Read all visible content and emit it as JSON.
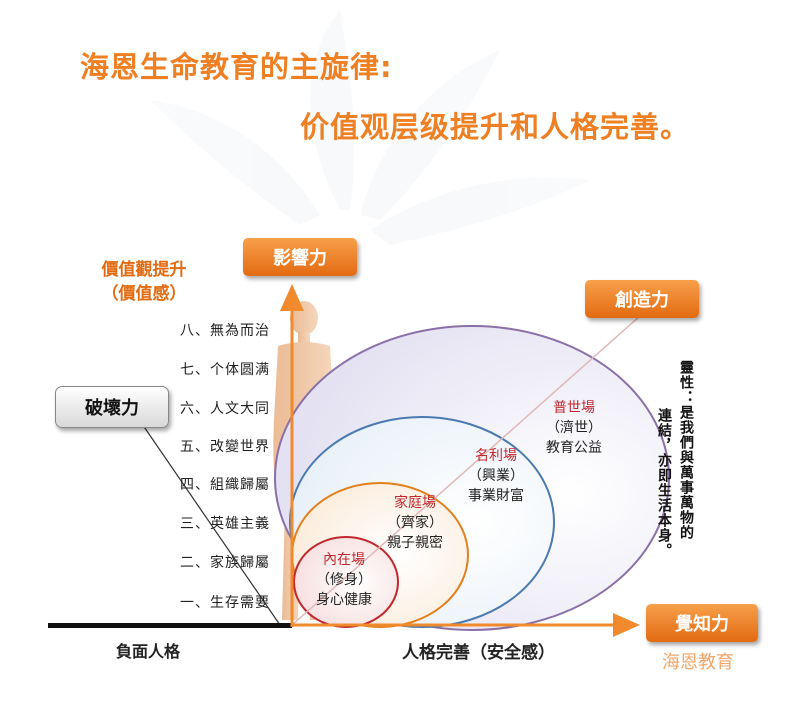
{
  "title": {
    "line1": "海恩生命教育的主旋律:",
    "line2": "价值观层级提升和人格完善。"
  },
  "axes": {
    "y_title_line1": "價值觀提升",
    "y_title_line2": "（價值感）",
    "y_levels": [
      "一、生存需要",
      "二、家族歸屬",
      "三、英雄主義",
      "四、組織歸屬",
      "五、改變世界",
      "六、人文大同",
      "七、个体圆满",
      "八、無為而治"
    ],
    "x_right_label": "人格完善（安全感）",
    "x_left_label": "負面人格"
  },
  "tags": {
    "influence": "影響力",
    "creativity": "創造力",
    "destructive": "破壞力",
    "awareness": "覺知力"
  },
  "zones": [
    {
      "name": "內在場",
      "sub": "（修身）",
      "desc": "身心健康"
    },
    {
      "name": "家庭場",
      "sub": "（齊家）",
      "desc": "親子親密"
    },
    {
      "name": "名利場",
      "sub": "（興業）",
      "desc": "事業財富"
    },
    {
      "name": "普世場",
      "sub": "（濟世）",
      "desc": "教育公益"
    }
  ],
  "side_note": {
    "col1": "靈性：是我們與萬事萬物的",
    "col2": "連結，亦即生活本身。"
  },
  "brand": "海恩教育",
  "colors": {
    "accent": "#ee7f22",
    "zone_name": "#c0282d",
    "axis": "#f08a2c"
  }
}
